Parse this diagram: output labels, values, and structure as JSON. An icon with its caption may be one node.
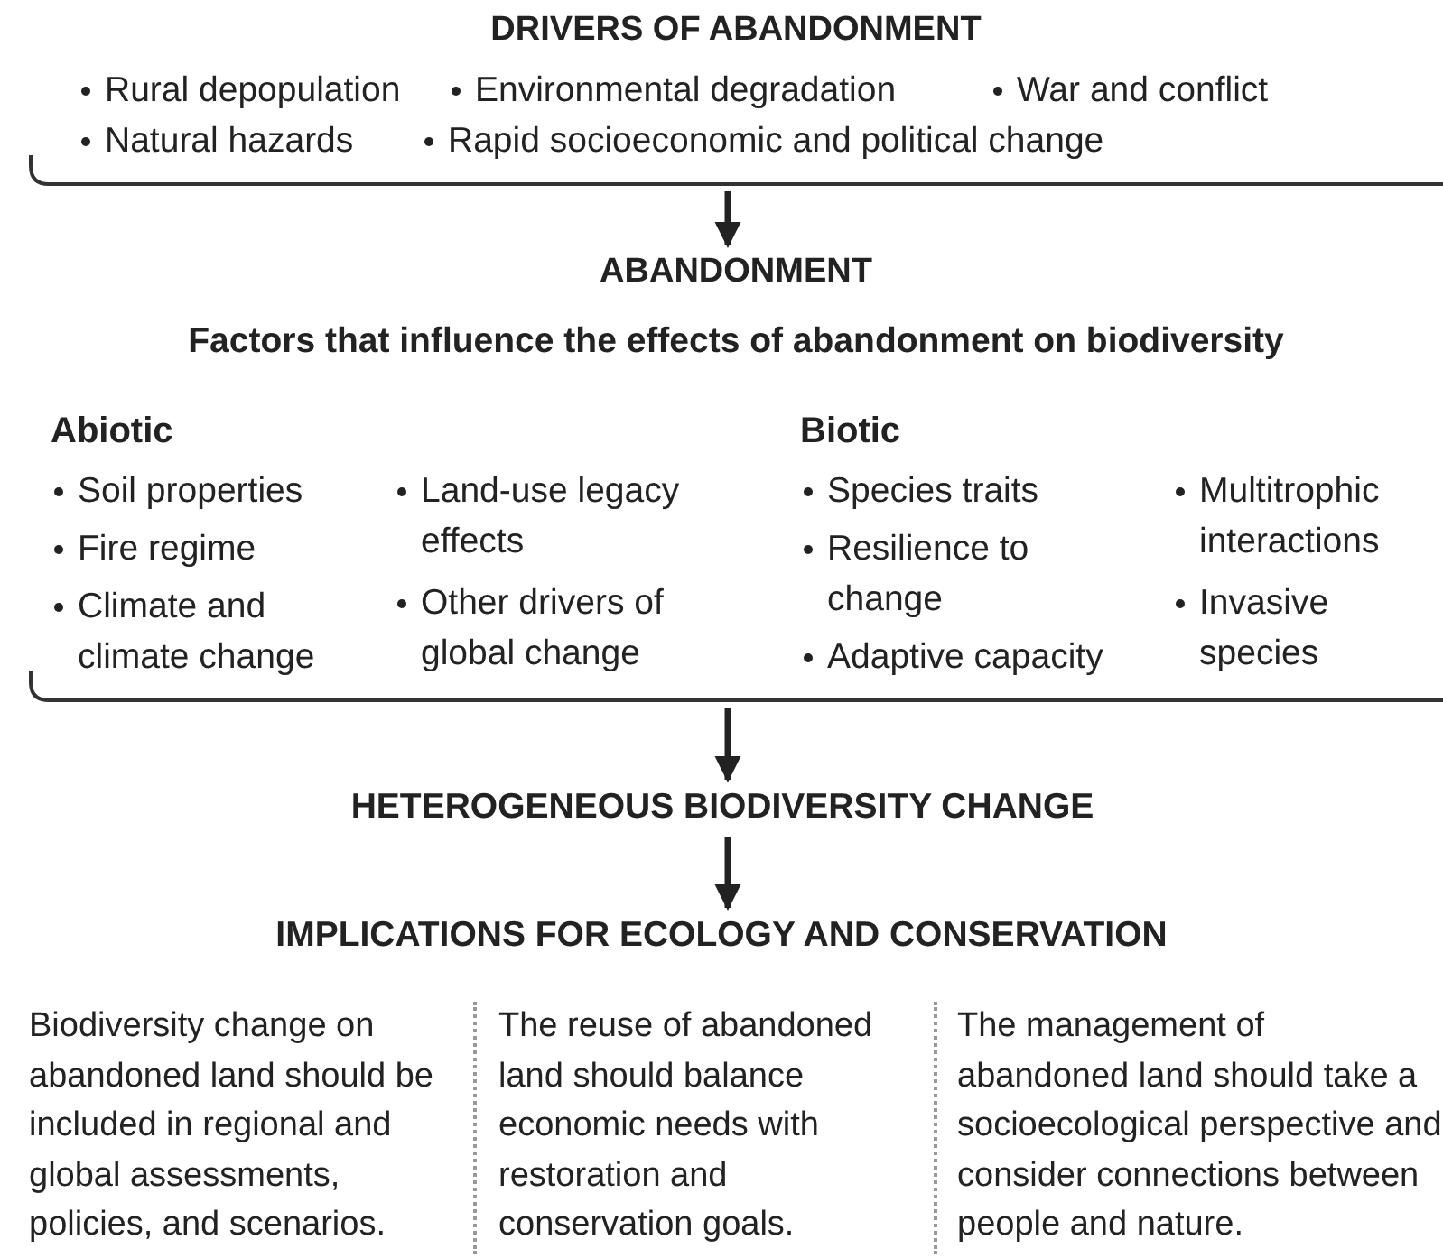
{
  "diagram": {
    "nodes": [
      {
        "text": [
          "DRIVERS OF ABANDONMENT",
          "Rural depopulation",
          "Environmental degradation",
          "War and conflict",
          "Natural hazards",
          "Rapid socioeconomic and political change"
        ]
      },
      {
        "text": [
          "ABANDONMENT",
          "Factors that influence the effects of abandonment on biodiversity"
        ]
      },
      {
        "text": [
          "Abiotic",
          "Soil properties",
          "Fire regime",
          "Climate and climate change",
          "Land-use legacy effects",
          "Other drivers of global change"
        ],
        "in": 1
      },
      {
        "text": [
          "Biotic",
          "Species traits",
          "Resilience to change",
          "Adaptive capacity",
          "Multitrophic interactions",
          "Invasive species"
        ],
        "in": 1
      },
      {
        "text": [
          "HETEROGENEOUS BIODIVERSITY CHANGE"
        ]
      },
      {
        "text": [
          "IMPLICATIONS FOR ECOLOGY AND CONSERVATION"
        ]
      },
      {
        "text": [
          "Biodiversity change on abandoned land should be included in regional and global assessments, policies, and scenarios."
        ],
        "in": 5
      },
      {
        "text": [
          "The reuse of abandoned land should balance economic needs with restoration and conservation goals."
        ],
        "in": 5
      },
      {
        "text": [
          "The management of abandoned land should take a socioecological perspective and consider connections between people and nature."
        ],
        "in": 5
      }
    ],
    "edges": [
      {
        "from": 0,
        "to": 1,
        "arrow": "to"
      },
      {
        "from": 1,
        "to": 4,
        "arrow": "to"
      },
      {
        "from": 4,
        "to": 5,
        "arrow": "to"
      }
    ]
  }
}
